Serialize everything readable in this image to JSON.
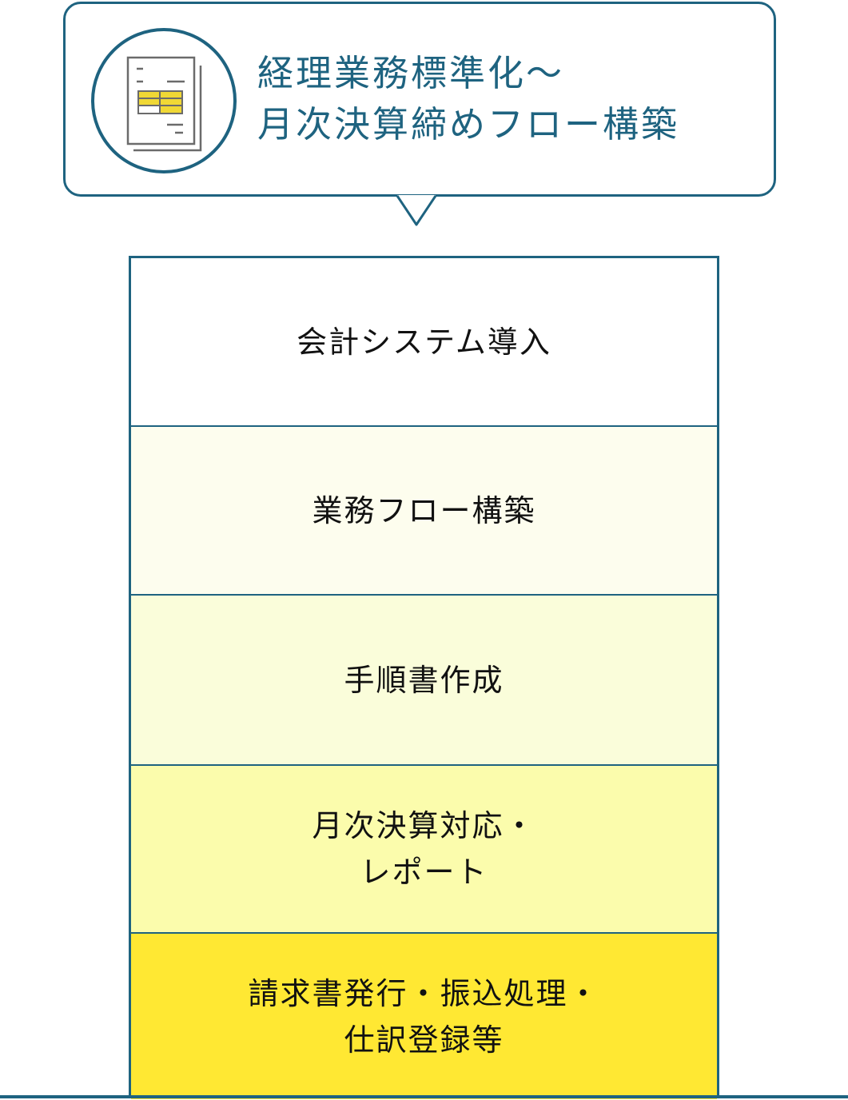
{
  "header": {
    "title_lines": [
      "経理業務標準化～",
      "月次決算締めフロー構築"
    ],
    "icon": "document-table-icon"
  },
  "levels": [
    {
      "lines": [
        "会計システム導入"
      ],
      "color": "#ffffff"
    },
    {
      "lines": [
        "業務フロー構築"
      ],
      "color": "#fdfdee"
    },
    {
      "lines": [
        "手順書作成"
      ],
      "color": "#fafdda"
    },
    {
      "lines": [
        "月次決算対応・",
        "レポート"
      ],
      "color": "#fbfcac"
    },
    {
      "lines": [
        "請求書発行・振込処理・",
        "仕訳登録等"
      ],
      "color": "#ffe833"
    }
  ],
  "colors": {
    "accent": "#1e6380",
    "icon_highlight": "#f0d835"
  }
}
